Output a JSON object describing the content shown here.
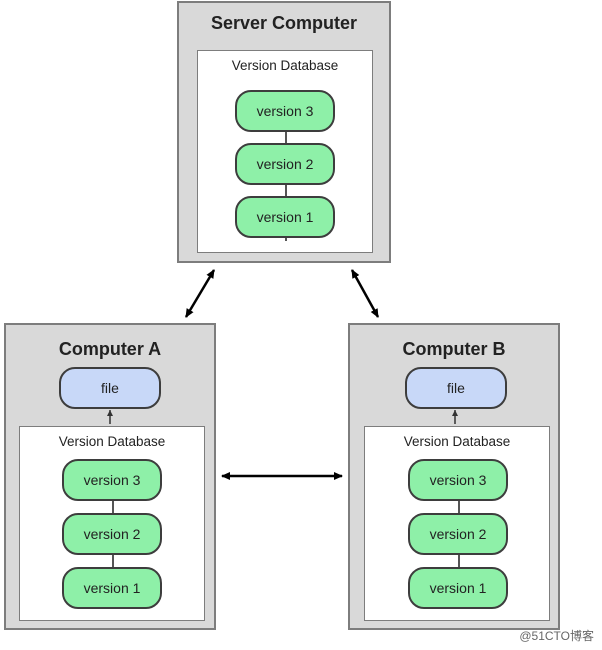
{
  "server": {
    "title": "Server Computer",
    "db_label": "Version Database",
    "versions": [
      "version 3",
      "version 2",
      "version 1"
    ]
  },
  "computer_a": {
    "title": "Computer A",
    "file_label": "file",
    "db_label": "Version Database",
    "versions": [
      "version 3",
      "version 2",
      "version 1"
    ]
  },
  "computer_b": {
    "title": "Computer B",
    "file_label": "file",
    "db_label": "Version Database",
    "versions": [
      "version 3",
      "version 2",
      "version 1"
    ]
  },
  "watermark": "@51CTO博客",
  "colors": {
    "box_fill": "#d9d9d9",
    "version_fill": "#8ef0a8",
    "file_fill": "#c8d8f8",
    "border": "#3d3d3d"
  }
}
